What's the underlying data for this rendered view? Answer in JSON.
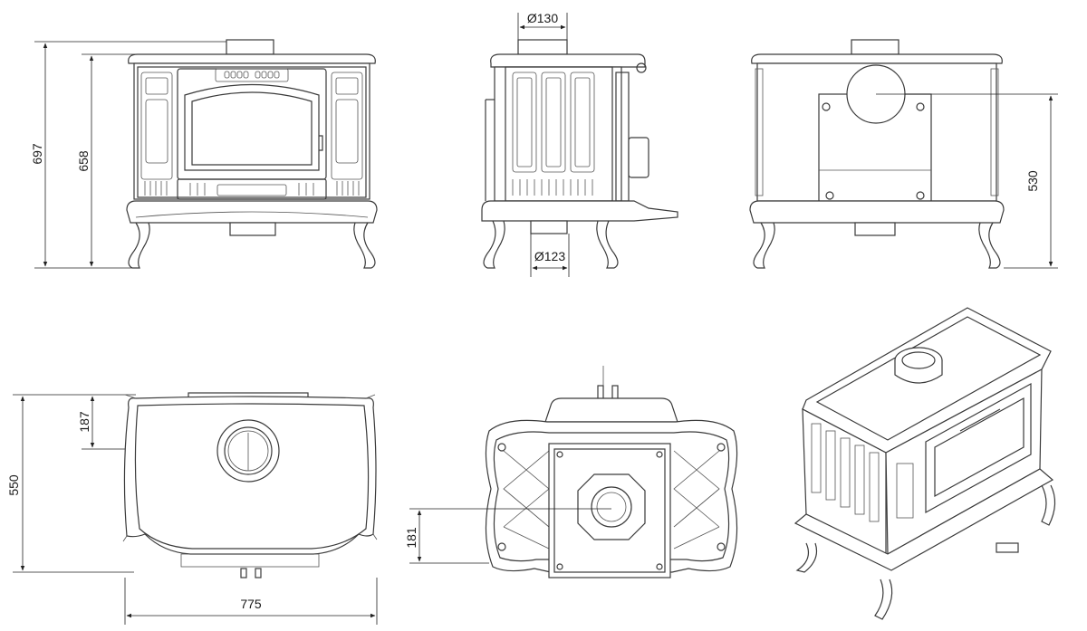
{
  "title": "",
  "views": {
    "front": {
      "height_total": "697",
      "height_body": "658"
    },
    "side": {
      "flue_top": "Ø130",
      "flue_bottom": "Ø123"
    },
    "rear": {
      "flue_height": "530"
    },
    "top": {
      "depth": "550",
      "flue_offset": "187",
      "width": "775"
    },
    "bottom": {
      "air_offset": "181"
    },
    "iso": {}
  },
  "colors": {
    "line": "#3a3a3a",
    "background": "#ffffff"
  }
}
